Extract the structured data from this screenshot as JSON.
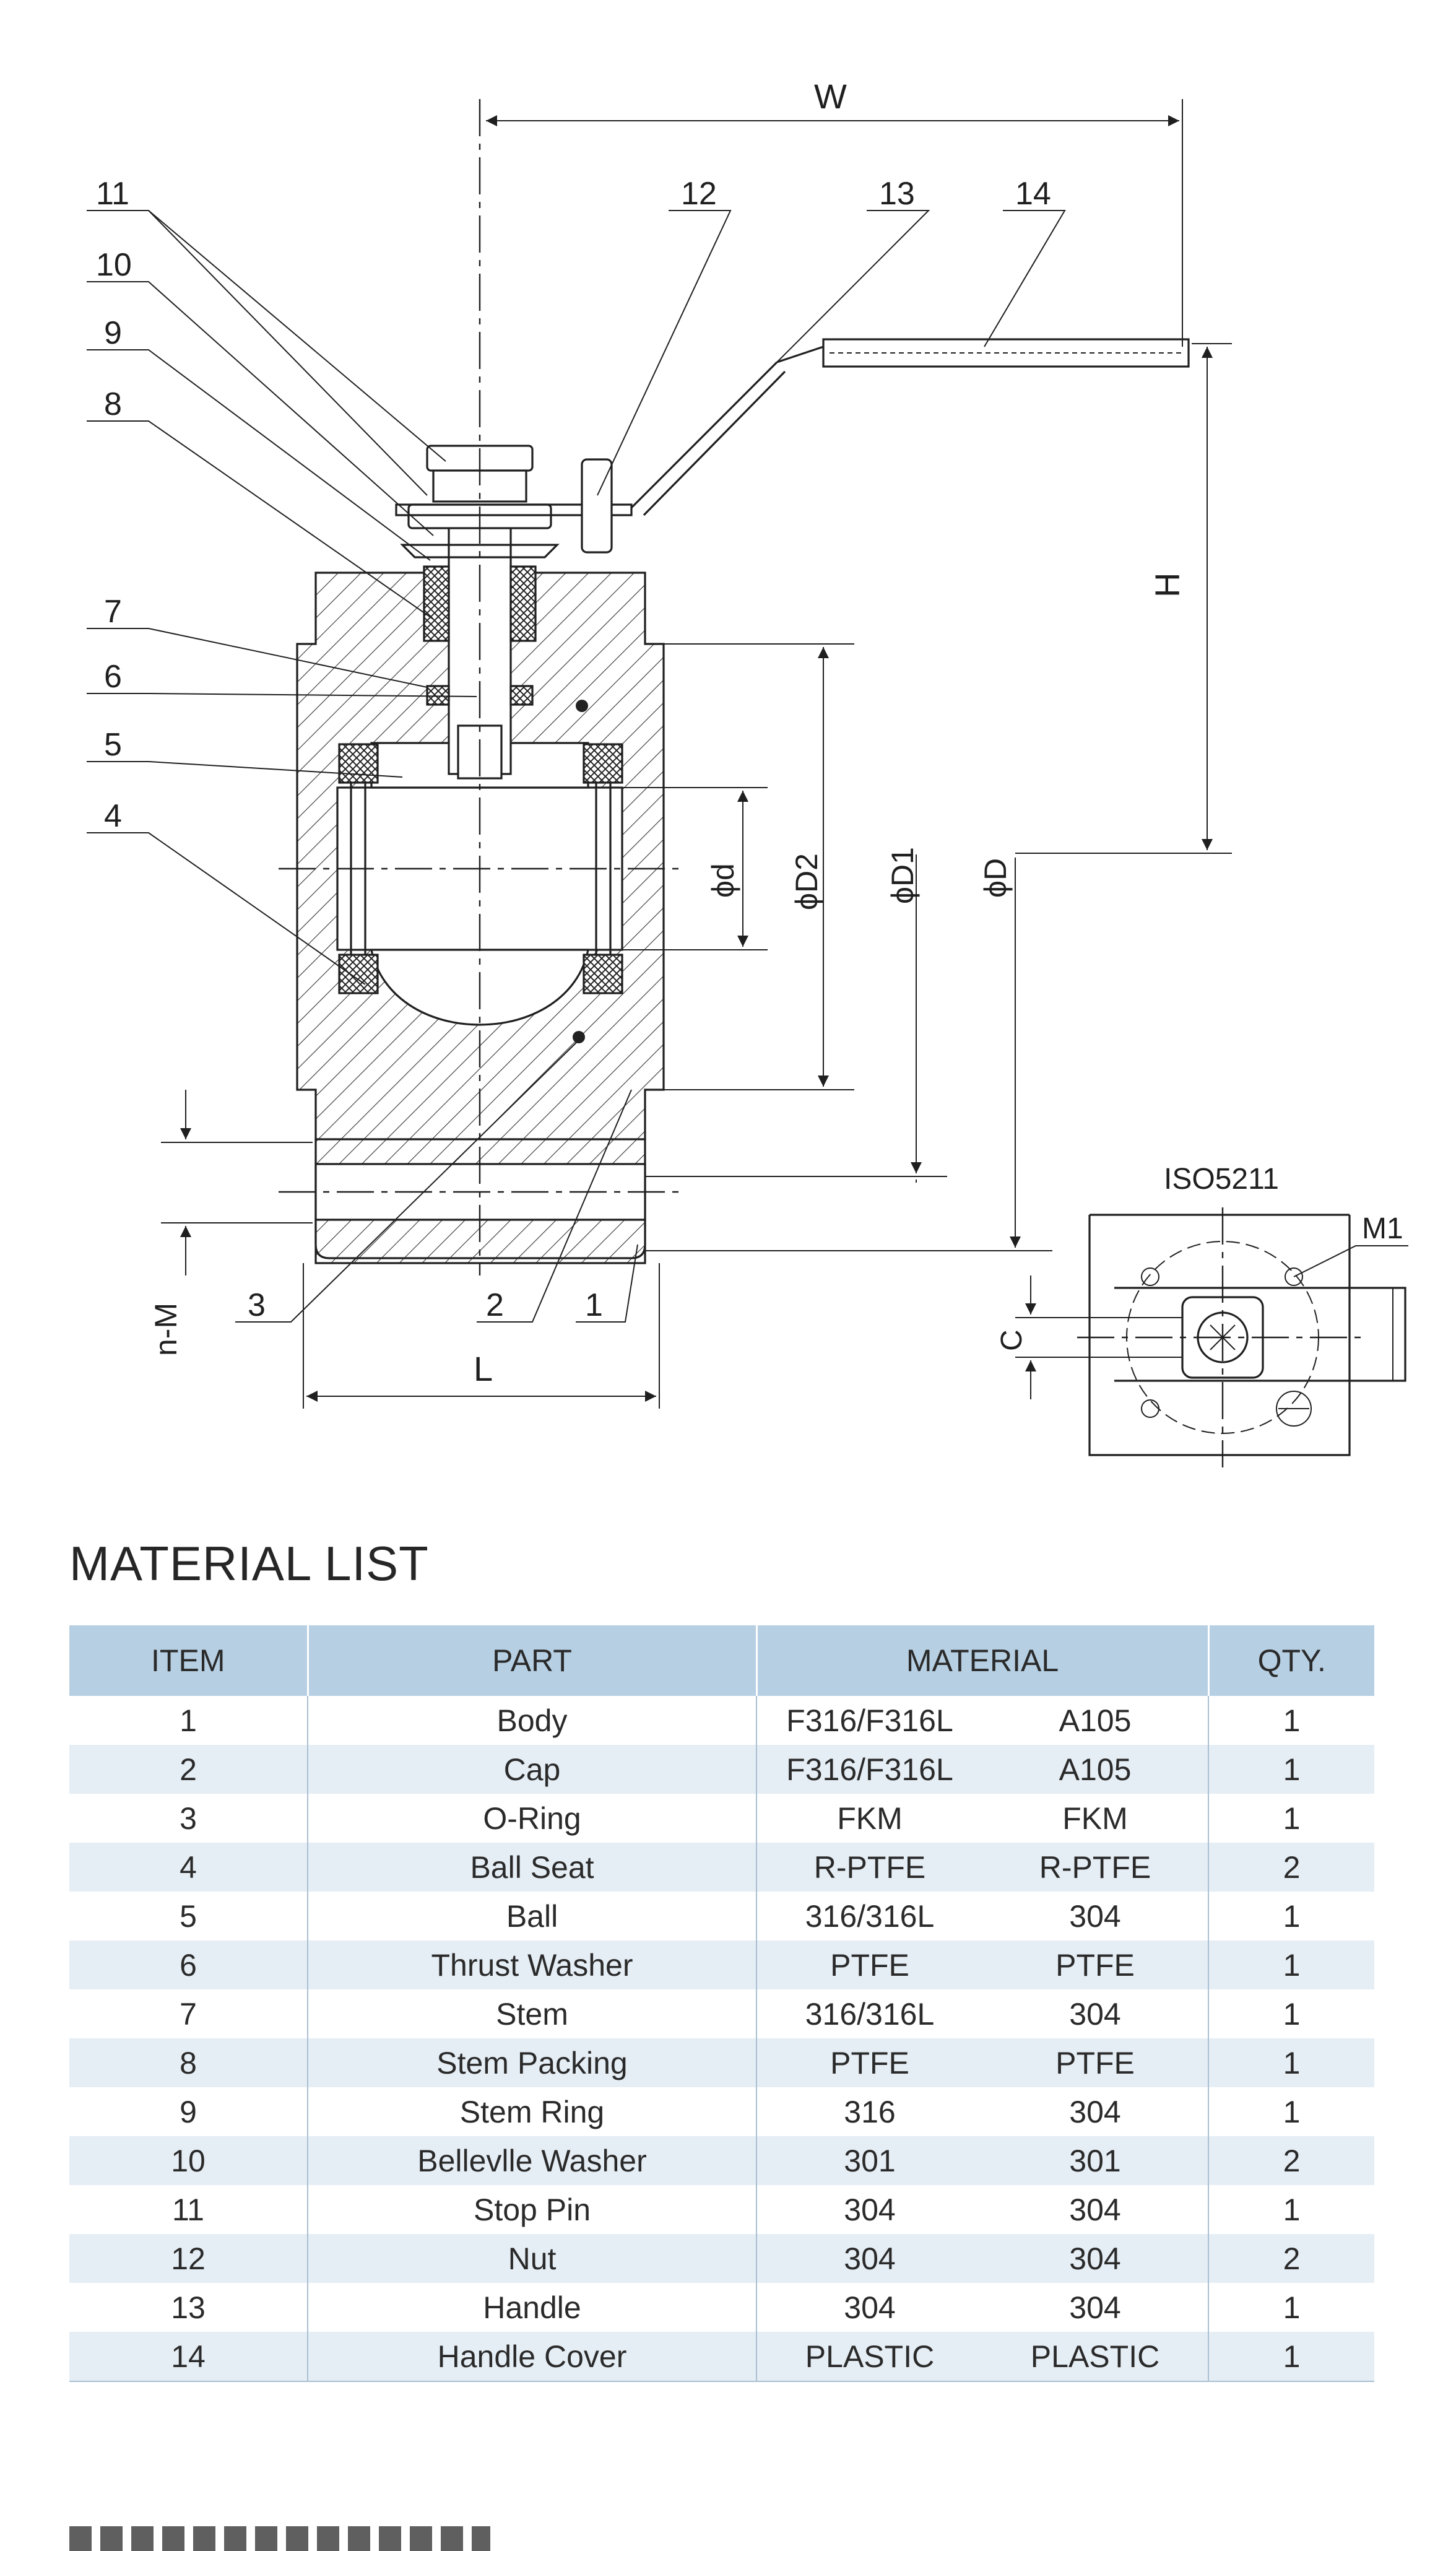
{
  "drawing": {
    "callouts": [
      "1",
      "2",
      "3",
      "4",
      "5",
      "6",
      "7",
      "8",
      "9",
      "10",
      "11",
      "12",
      "13",
      "14"
    ],
    "dimensions": {
      "width": "W",
      "height": "H",
      "length": "L",
      "bore": "ϕd",
      "d2": "ϕD2",
      "d1": "ϕD1",
      "d": "ϕD",
      "thread": "n-M",
      "stem_flat": "C",
      "mount_hole": "M1"
    },
    "top_flange_standard": "ISO5211"
  },
  "material_list": {
    "title": "MATERIAL LIST",
    "headers": {
      "item": "ITEM",
      "part": "PART",
      "material": "MATERIAL",
      "qty": "QTY."
    },
    "rows": [
      {
        "item": "1",
        "part": "Body",
        "mat_a": "F316/F316L",
        "mat_b": "A105",
        "qty": "1"
      },
      {
        "item": "2",
        "part": "Cap",
        "mat_a": "F316/F316L",
        "mat_b": "A105",
        "qty": "1"
      },
      {
        "item": "3",
        "part": "O-Ring",
        "mat_a": "FKM",
        "mat_b": "FKM",
        "qty": "1"
      },
      {
        "item": "4",
        "part": "Ball Seat",
        "mat_a": "R-PTFE",
        "mat_b": "R-PTFE",
        "qty": "2"
      },
      {
        "item": "5",
        "part": "Ball",
        "mat_a": "316/316L",
        "mat_b": "304",
        "qty": "1"
      },
      {
        "item": "6",
        "part": "Thrust Washer",
        "mat_a": "PTFE",
        "mat_b": "PTFE",
        "qty": "1"
      },
      {
        "item": "7",
        "part": "Stem",
        "mat_a": "316/316L",
        "mat_b": "304",
        "qty": "1"
      },
      {
        "item": "8",
        "part": "Stem Packing",
        "mat_a": "PTFE",
        "mat_b": "PTFE",
        "qty": "1"
      },
      {
        "item": "9",
        "part": "Stem Ring",
        "mat_a": "316",
        "mat_b": "304",
        "qty": "1"
      },
      {
        "item": "10",
        "part": "Bellevlle Washer",
        "mat_a": "301",
        "mat_b": "301",
        "qty": "2"
      },
      {
        "item": "11",
        "part": "Stop Pin",
        "mat_a": "304",
        "mat_b": "304",
        "qty": "1"
      },
      {
        "item": "12",
        "part": "Nut",
        "mat_a": "304",
        "mat_b": "304",
        "qty": "2"
      },
      {
        "item": "13",
        "part": "Handle",
        "mat_a": "304",
        "mat_b": "304",
        "qty": "1"
      },
      {
        "item": "14",
        "part": "Handle Cover",
        "mat_a": "PLASTIC",
        "mat_b": "PLASTIC",
        "qty": "1"
      }
    ]
  }
}
